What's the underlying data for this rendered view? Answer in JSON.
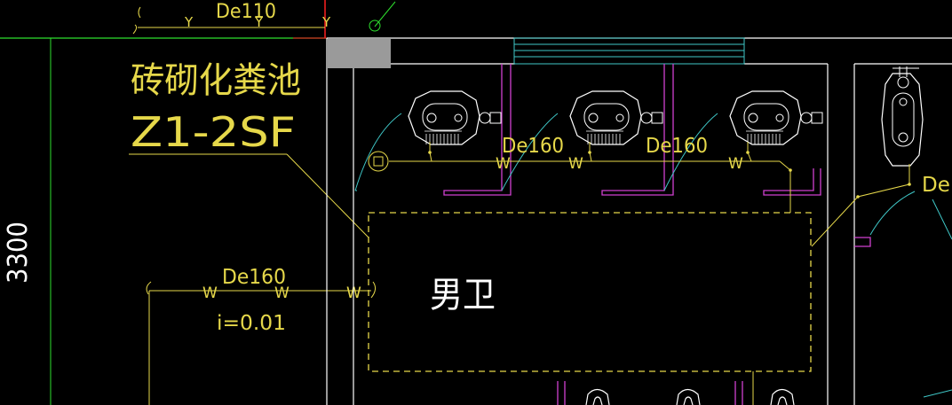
{
  "labels": {
    "pipe_top": "De110",
    "septic_tank_name": "砖砌化粪池",
    "septic_tank_code": "Z1-2SF",
    "dimension": "3300",
    "pipe_main": "De160",
    "slope": "i=0.01",
    "pipe_fixture_1": "De160",
    "pipe_fixture_2": "De160",
    "pipe_right": "De",
    "room_name": "男卫",
    "pipe_marker_w": "W",
    "pipe_marker_y": "Y"
  },
  "colors": {
    "background": "#000000",
    "wall": "#ffffff",
    "text": "#e6d84a",
    "drain_pipe": "#e6d84a",
    "partition": "#d040d0",
    "fixture_arc": "#3fc7c7",
    "grid_line": "#2ee02e",
    "column": "#9a9a9a",
    "axis_line": "#ff2020"
  }
}
